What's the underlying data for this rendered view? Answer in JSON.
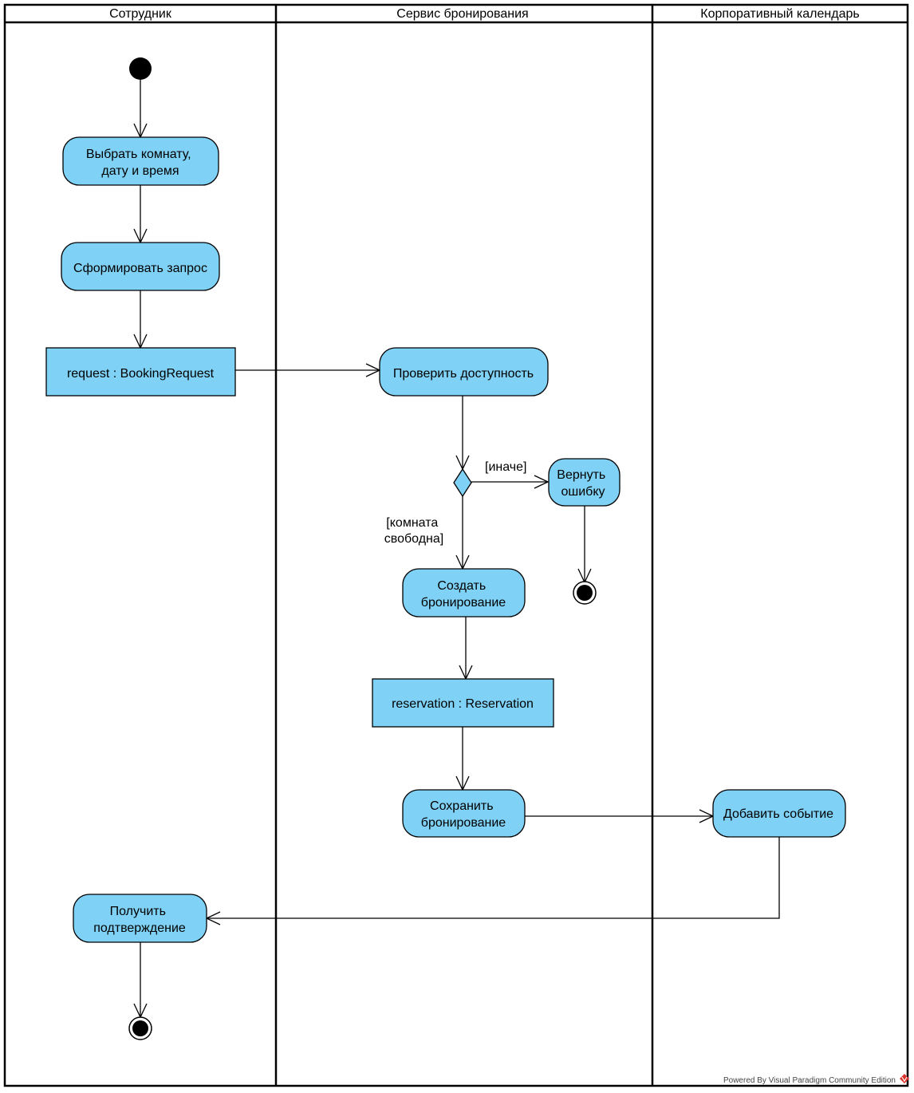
{
  "colors": {
    "node_fill": "#7fd1f5",
    "line": "#000000",
    "background": "#ffffff",
    "logo_red": "#d9342b"
  },
  "swimlanes": [
    {
      "title": "Сотрудник"
    },
    {
      "title": "Сервис бронирования"
    },
    {
      "title": "Корпоративный календарь"
    }
  ],
  "actions": {
    "select_room": [
      "Выбрать комнату,",
      "дату и время"
    ],
    "form_request": [
      "Сформировать запрос"
    ],
    "check_availability": [
      "Проверить доступность"
    ],
    "return_error": [
      "Вернуть",
      "ошибку"
    ],
    "create_booking": [
      "Создать",
      "бронирование"
    ],
    "save_booking": [
      "Сохранить",
      "бронирование"
    ],
    "add_event": [
      "Добавить событие"
    ],
    "get_confirmation": [
      "Получить",
      "подтверждение"
    ]
  },
  "objects": {
    "request": "request : BookingRequest",
    "reservation": "reservation : Reservation"
  },
  "guards": {
    "else": "[иначе]",
    "room_free": [
      "[комната",
      "свободна]"
    ]
  },
  "footer": {
    "text": "Powered By Visual Paradigm Community Edition",
    "logo_icon": "visual-paradigm-logo-icon"
  }
}
